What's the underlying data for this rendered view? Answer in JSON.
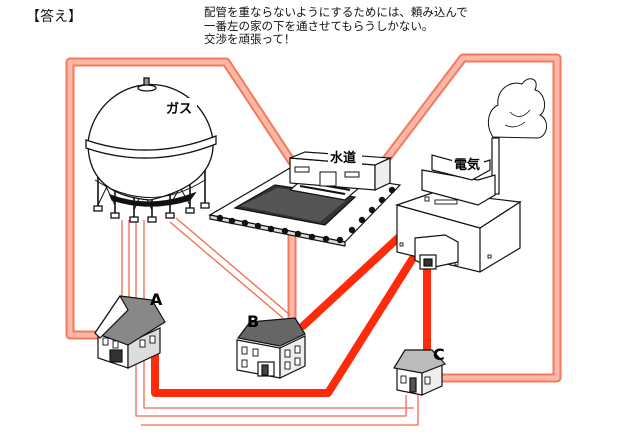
{
  "header": {
    "title": "【答え】",
    "note_lines": [
      "配管を重ならないようにするためには、頼み込んで",
      "一番左の家の下を通させてもらうしかない。",
      "交渉を頑張って！"
    ]
  },
  "facilities": {
    "gas": {
      "label": "ガス",
      "icon": "gas-tank-icon"
    },
    "water": {
      "label": "水道",
      "icon": "water-plant-icon"
    },
    "electricity": {
      "label": "電気",
      "icon": "power-plant-icon"
    }
  },
  "houses": [
    {
      "label": "A",
      "icon": "house-icon"
    },
    {
      "label": "B",
      "icon": "house-icon"
    },
    {
      "label": "C",
      "icon": "house-icon"
    }
  ],
  "colors": {
    "gas_pipe": "#f26b50",
    "water_pipe_fill": "#fbb8a8",
    "water_pipe_edge": "#f47a5e",
    "electric_pipe": "#ff2a0a"
  }
}
